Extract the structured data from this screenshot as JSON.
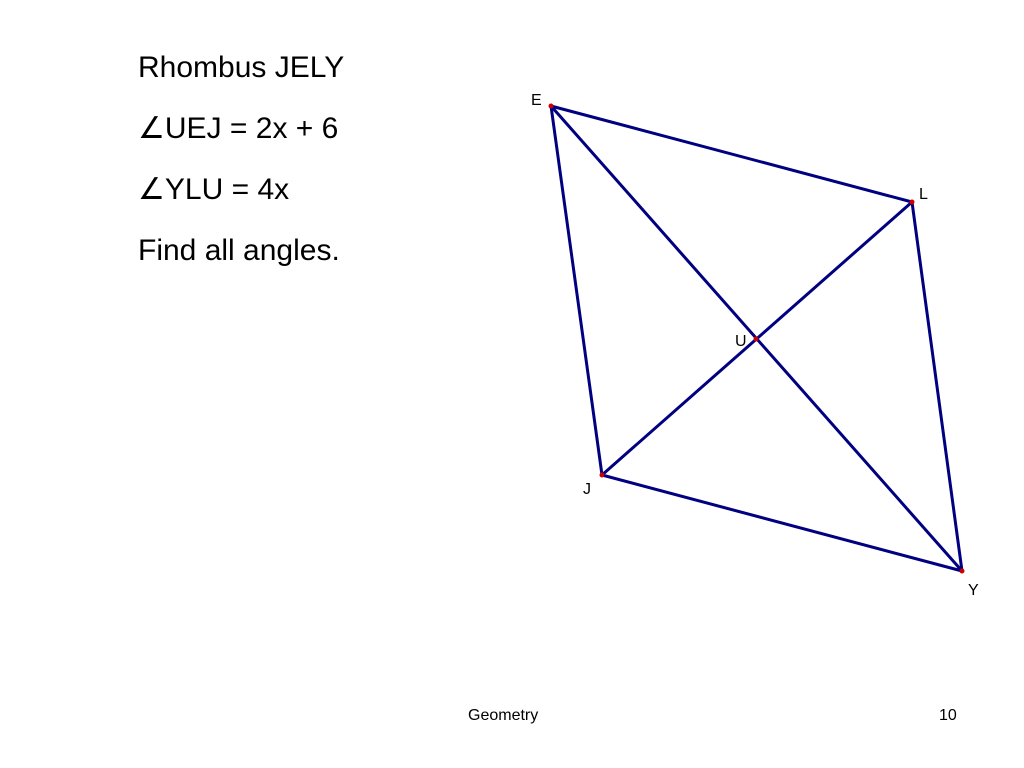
{
  "problem": {
    "lines": [
      "Rhombus JELY",
      "∠UEJ = 2x + 6",
      "∠YLU = 4x",
      "Find all angles."
    ]
  },
  "figure": {
    "stroke_color": "#000080",
    "point_color": "#cc0000",
    "vertices": {
      "E": "E",
      "L": "L",
      "U": "U",
      "J": "J",
      "Y": "Y"
    }
  },
  "footer": {
    "title": "Geometry",
    "page_number": "10"
  }
}
